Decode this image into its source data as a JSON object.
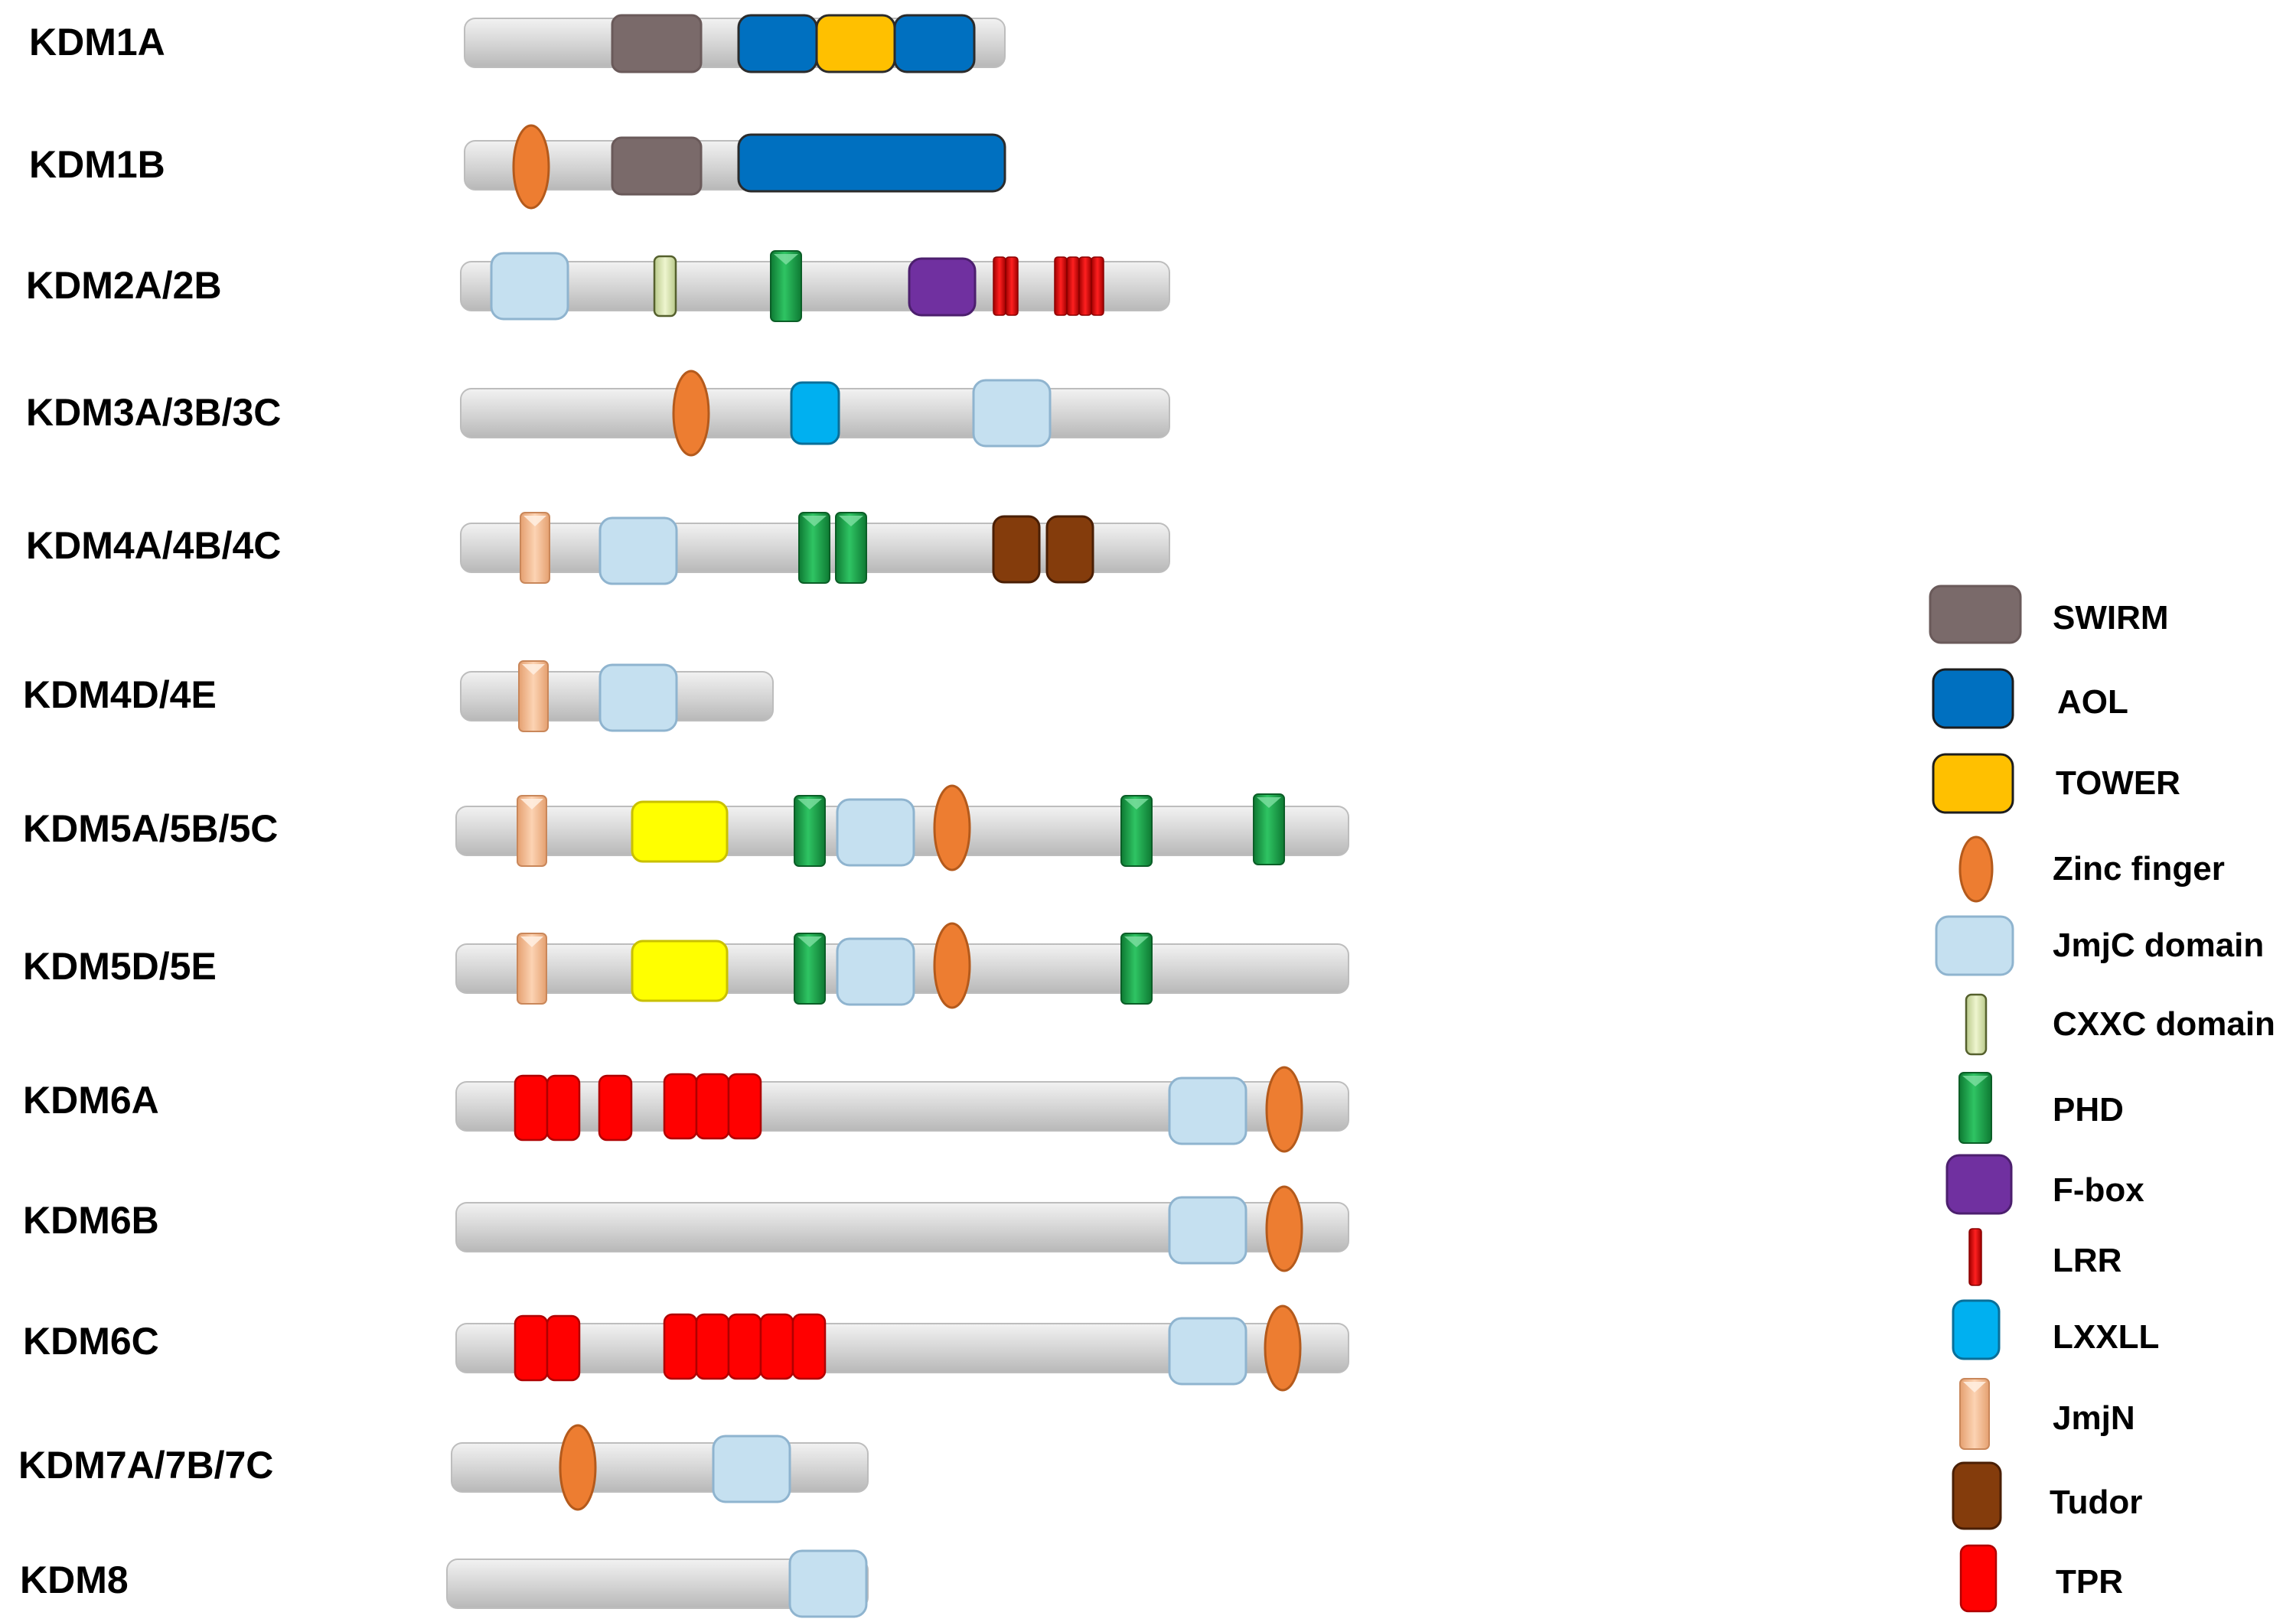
{
  "proteins": [
    {
      "name": "KDM1A",
      "domains": [
        "SWIRM",
        "AOL",
        "TOWER",
        "AOL"
      ]
    },
    {
      "name": "KDM1B",
      "domains": [
        "Zinc finger",
        "SWIRM",
        "AOL"
      ]
    },
    {
      "name": "KDM2A/2B",
      "domains": [
        "JmjC domain",
        "CXXC domain",
        "PHD",
        "F-box",
        "LRR",
        "LRR",
        "LRR",
        "LRR",
        "LRR",
        "LRR"
      ]
    },
    {
      "name": "KDM3A/3B/3C",
      "domains": [
        "Zinc finger",
        "LXXLL",
        "JmjC domain"
      ]
    },
    {
      "name": "KDM4A/4B/4C",
      "domains": [
        "JmjN",
        "JmjC domain",
        "PHD",
        "PHD",
        "Tudor",
        "Tudor"
      ]
    },
    {
      "name": "KDM4D/4E",
      "domains": [
        "JmjN",
        "JmjC domain"
      ]
    },
    {
      "name": "KDM5A/5B/5C",
      "domains": [
        "JmjN",
        "unlabeled yellow domain",
        "PHD",
        "JmjC domain",
        "Zinc finger",
        "PHD",
        "PHD"
      ]
    },
    {
      "name": "KDM5D/5E",
      "domains": [
        "JmjN",
        "unlabeled yellow domain",
        "PHD",
        "JmjC domain",
        "Zinc finger",
        "PHD"
      ]
    },
    {
      "name": "KDM6A",
      "domains": [
        "TPR",
        "TPR",
        "TPR",
        "TPR",
        "TPR",
        "TPR",
        "JmjC domain",
        "Zinc finger"
      ]
    },
    {
      "name": "KDM6B",
      "domains": [
        "JmjC domain",
        "Zinc finger"
      ]
    },
    {
      "name": "KDM6C",
      "domains": [
        "TPR",
        "TPR",
        "TPR",
        "TPR",
        "TPR",
        "TPR",
        "TPR",
        "JmjC domain",
        "Zinc finger"
      ]
    },
    {
      "name": "KDM7A/7B/7C",
      "domains": [
        "Zinc finger",
        "JmjC domain"
      ]
    },
    {
      "name": "KDM8",
      "domains": [
        "JmjC domain"
      ]
    }
  ],
  "legend": [
    {
      "key": "swirm",
      "label": "SWIRM",
      "color": "#7a6a6a"
    },
    {
      "key": "aol",
      "label": "AOL",
      "color": "#0070c0"
    },
    {
      "key": "tower",
      "label": "TOWER",
      "color": "#ffc000"
    },
    {
      "key": "zinc",
      "label": "Zinc finger",
      "color": "#ed7d31"
    },
    {
      "key": "jmjc",
      "label": "JmjC domain",
      "color": "#c5e0f0"
    },
    {
      "key": "cxxc",
      "label": "CXXC domain",
      "color": "#d9e6a8"
    },
    {
      "key": "phd",
      "label": "PHD",
      "color": "#1a9e47"
    },
    {
      "key": "fbox",
      "label": "F-box",
      "color": "#7030a0"
    },
    {
      "key": "lrr",
      "label": "LRR",
      "color": "#e00000"
    },
    {
      "key": "lxxll",
      "label": "LXXLL",
      "color": "#00b0f0"
    },
    {
      "key": "jmjn",
      "label": "JmjN",
      "color": "#f4b183"
    },
    {
      "key": "tudor",
      "label": "Tudor",
      "color": "#843c0c"
    },
    {
      "key": "tpr",
      "label": "TPR",
      "color": "#ff0000"
    }
  ],
  "extra_colors": {
    "unlabeled_yellow": "#ffff00",
    "backbone": "#d9d9d9"
  }
}
